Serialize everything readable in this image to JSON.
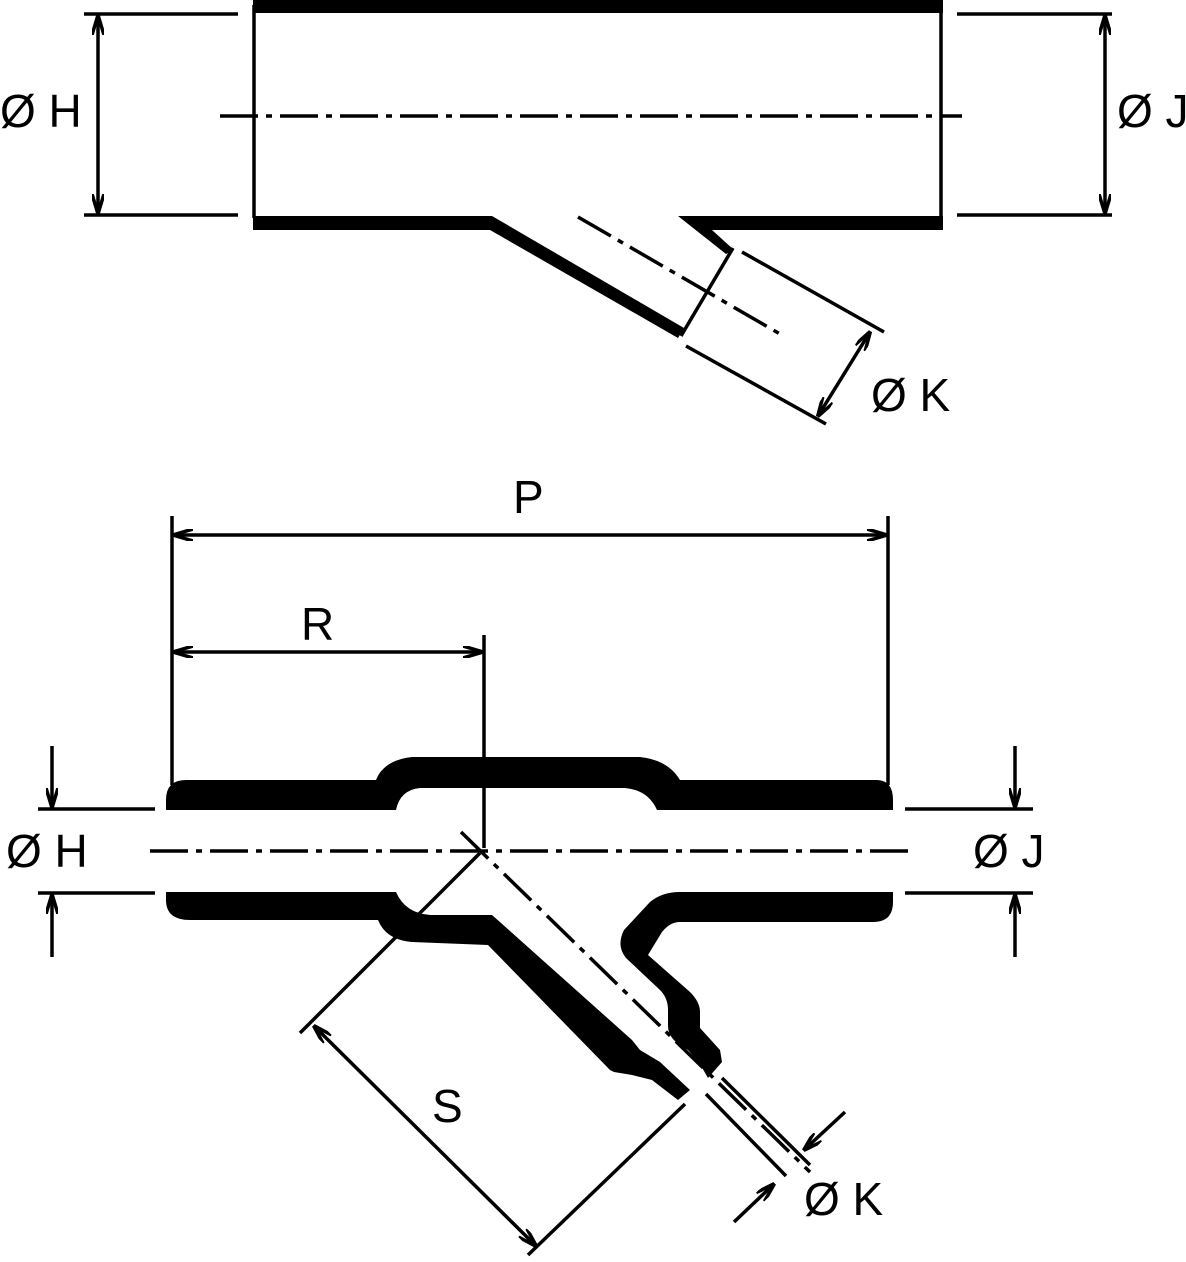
{
  "figure": {
    "top_view": {
      "labels": {
        "inlet_diameter": "Ø H",
        "outlet_diameter": "Ø J",
        "branch_diameter": "Ø K"
      }
    },
    "bottom_view": {
      "labels": {
        "overall_length": "P",
        "center_offset": "R",
        "branch_length": "S",
        "inlet_diameter": "Ø H",
        "outlet_diameter": "Ø J",
        "branch_diameter": "Ø K"
      }
    }
  },
  "colors": {
    "line": "#000000",
    "background": "#ffffff"
  }
}
